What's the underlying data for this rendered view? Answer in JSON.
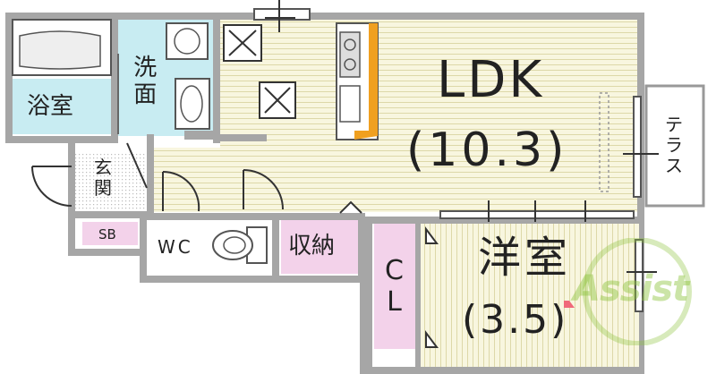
{
  "rooms": {
    "ldk": {
      "name": "LDK",
      "size": "(10.3)"
    },
    "yoshitsu": {
      "name": "洋室",
      "size": "(3.5)"
    },
    "yokushitsu": {
      "name": "浴室"
    },
    "senmen": {
      "name": "洗面"
    },
    "genkan": {
      "name": "玄関"
    },
    "wc": {
      "name": "WC"
    },
    "shuno": {
      "name": "収納"
    },
    "cl": {
      "name": "CL"
    },
    "sb": {
      "name": "SB"
    },
    "terrace": {
      "name": "テラス"
    }
  },
  "watermark": {
    "text": "Assist"
  },
  "colors": {
    "wall": "#a6a6a6",
    "ldk_floor": "#f8f6e0",
    "bath": "#c8ecf2",
    "storage": "#f3d2ea",
    "kitchen_counter": "#f0a020",
    "watermark": "#8cc33c"
  }
}
